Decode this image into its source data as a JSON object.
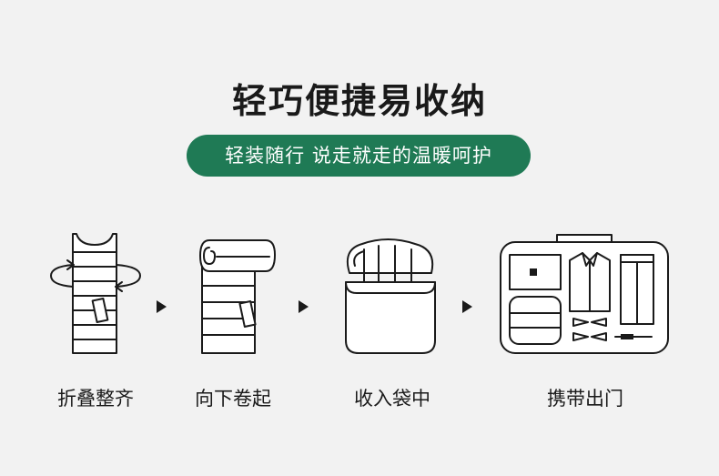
{
  "header": {
    "title": "轻巧便捷易收纳",
    "subtitle": "轻装随行 说走就走的温暖呵护"
  },
  "steps": [
    {
      "label": "折叠整齐",
      "icon": "folded-blanket-icon"
    },
    {
      "label": "向下卷起",
      "icon": "rolled-blanket-icon"
    },
    {
      "label": "收入袋中",
      "icon": "storage-bag-icon"
    },
    {
      "label": "携带出门",
      "icon": "suitcase-icon"
    }
  ],
  "colors": {
    "accent": "#1f7a55",
    "background": "#f2f2f2",
    "line": "#1a1a1a"
  }
}
